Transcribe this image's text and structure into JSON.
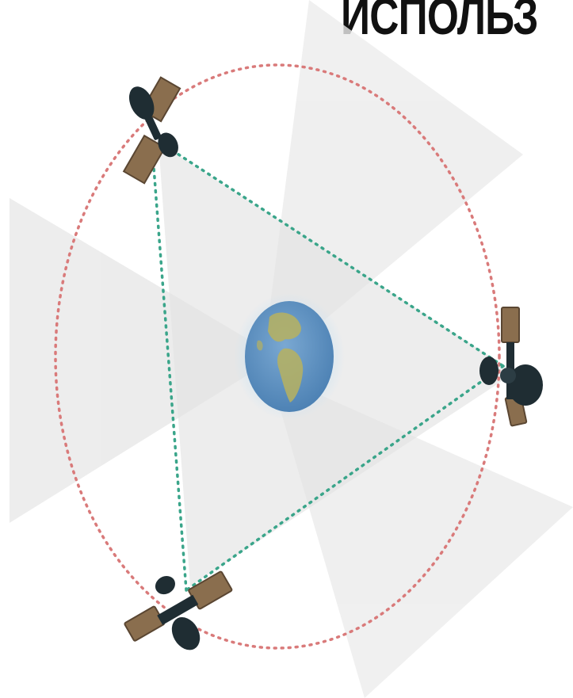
{
  "title": "ИСПОЛЬЗ",
  "caption": "",
  "diagram": {
    "orbit_color": "#d97a7a",
    "link_color": "#3aa58a",
    "beam_color": "#e6e6e6",
    "earth_ocean_color": "#5d90c0",
    "earth_land_color": "#b7b15f",
    "satellite_body_color": "#1f2d33",
    "solar_panel_color": "#8a6e4e",
    "nodes": [
      {
        "name": "satellite-top-left",
        "icon": "satellite-icon"
      },
      {
        "name": "satellite-right",
        "icon": "satellite-icon"
      },
      {
        "name": "satellite-bottom-left",
        "icon": "satellite-icon"
      },
      {
        "name": "earth",
        "icon": "earth-icon"
      }
    ],
    "links": [
      {
        "from": "satellite-top-left",
        "to": "satellite-right"
      },
      {
        "from": "satellite-right",
        "to": "satellite-bottom-left"
      },
      {
        "from": "satellite-bottom-left",
        "to": "satellite-top-left"
      }
    ]
  }
}
